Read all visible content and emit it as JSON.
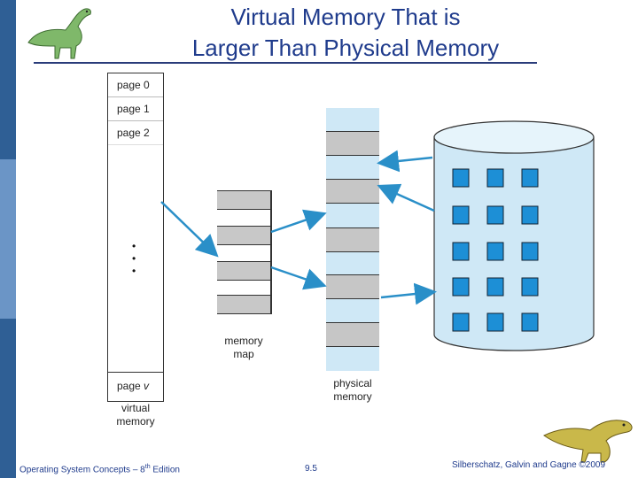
{
  "slide": {
    "title_line1": "Virtual Memory That is",
    "title_line2": "Larger Than Physical Memory"
  },
  "virtual_memory": {
    "pages": [
      "page 0",
      "page 1",
      "page 2"
    ],
    "ellipsis": "•\n•\n•",
    "last_page_prefix": "page ",
    "last_page_var": "v",
    "caption_line1": "virtual",
    "caption_line2": "memory"
  },
  "memory_map": {
    "caption_line1": "memory",
    "caption_line2": "map"
  },
  "physical_memory": {
    "caption_line1": "physical",
    "caption_line2": "memory"
  },
  "footer": {
    "left": "Operating System Concepts – 8",
    "left_sup": "th",
    "left_suffix": " Edition",
    "center": "9.5",
    "right": "Silberschatz, Galvin and Gagne ©2009"
  },
  "colors": {
    "title": "#1f3b8c",
    "sidebar": "#2f5f95",
    "disk": "#cfe8f6",
    "disk_block": "#1d8fd6",
    "physical_memory": "#cfe8f6",
    "arrow": "#2a8fc8"
  },
  "icons": [
    "dinosaur-logo-icon",
    "dinosaur-footer-icon",
    "disk-cylinder-icon"
  ]
}
